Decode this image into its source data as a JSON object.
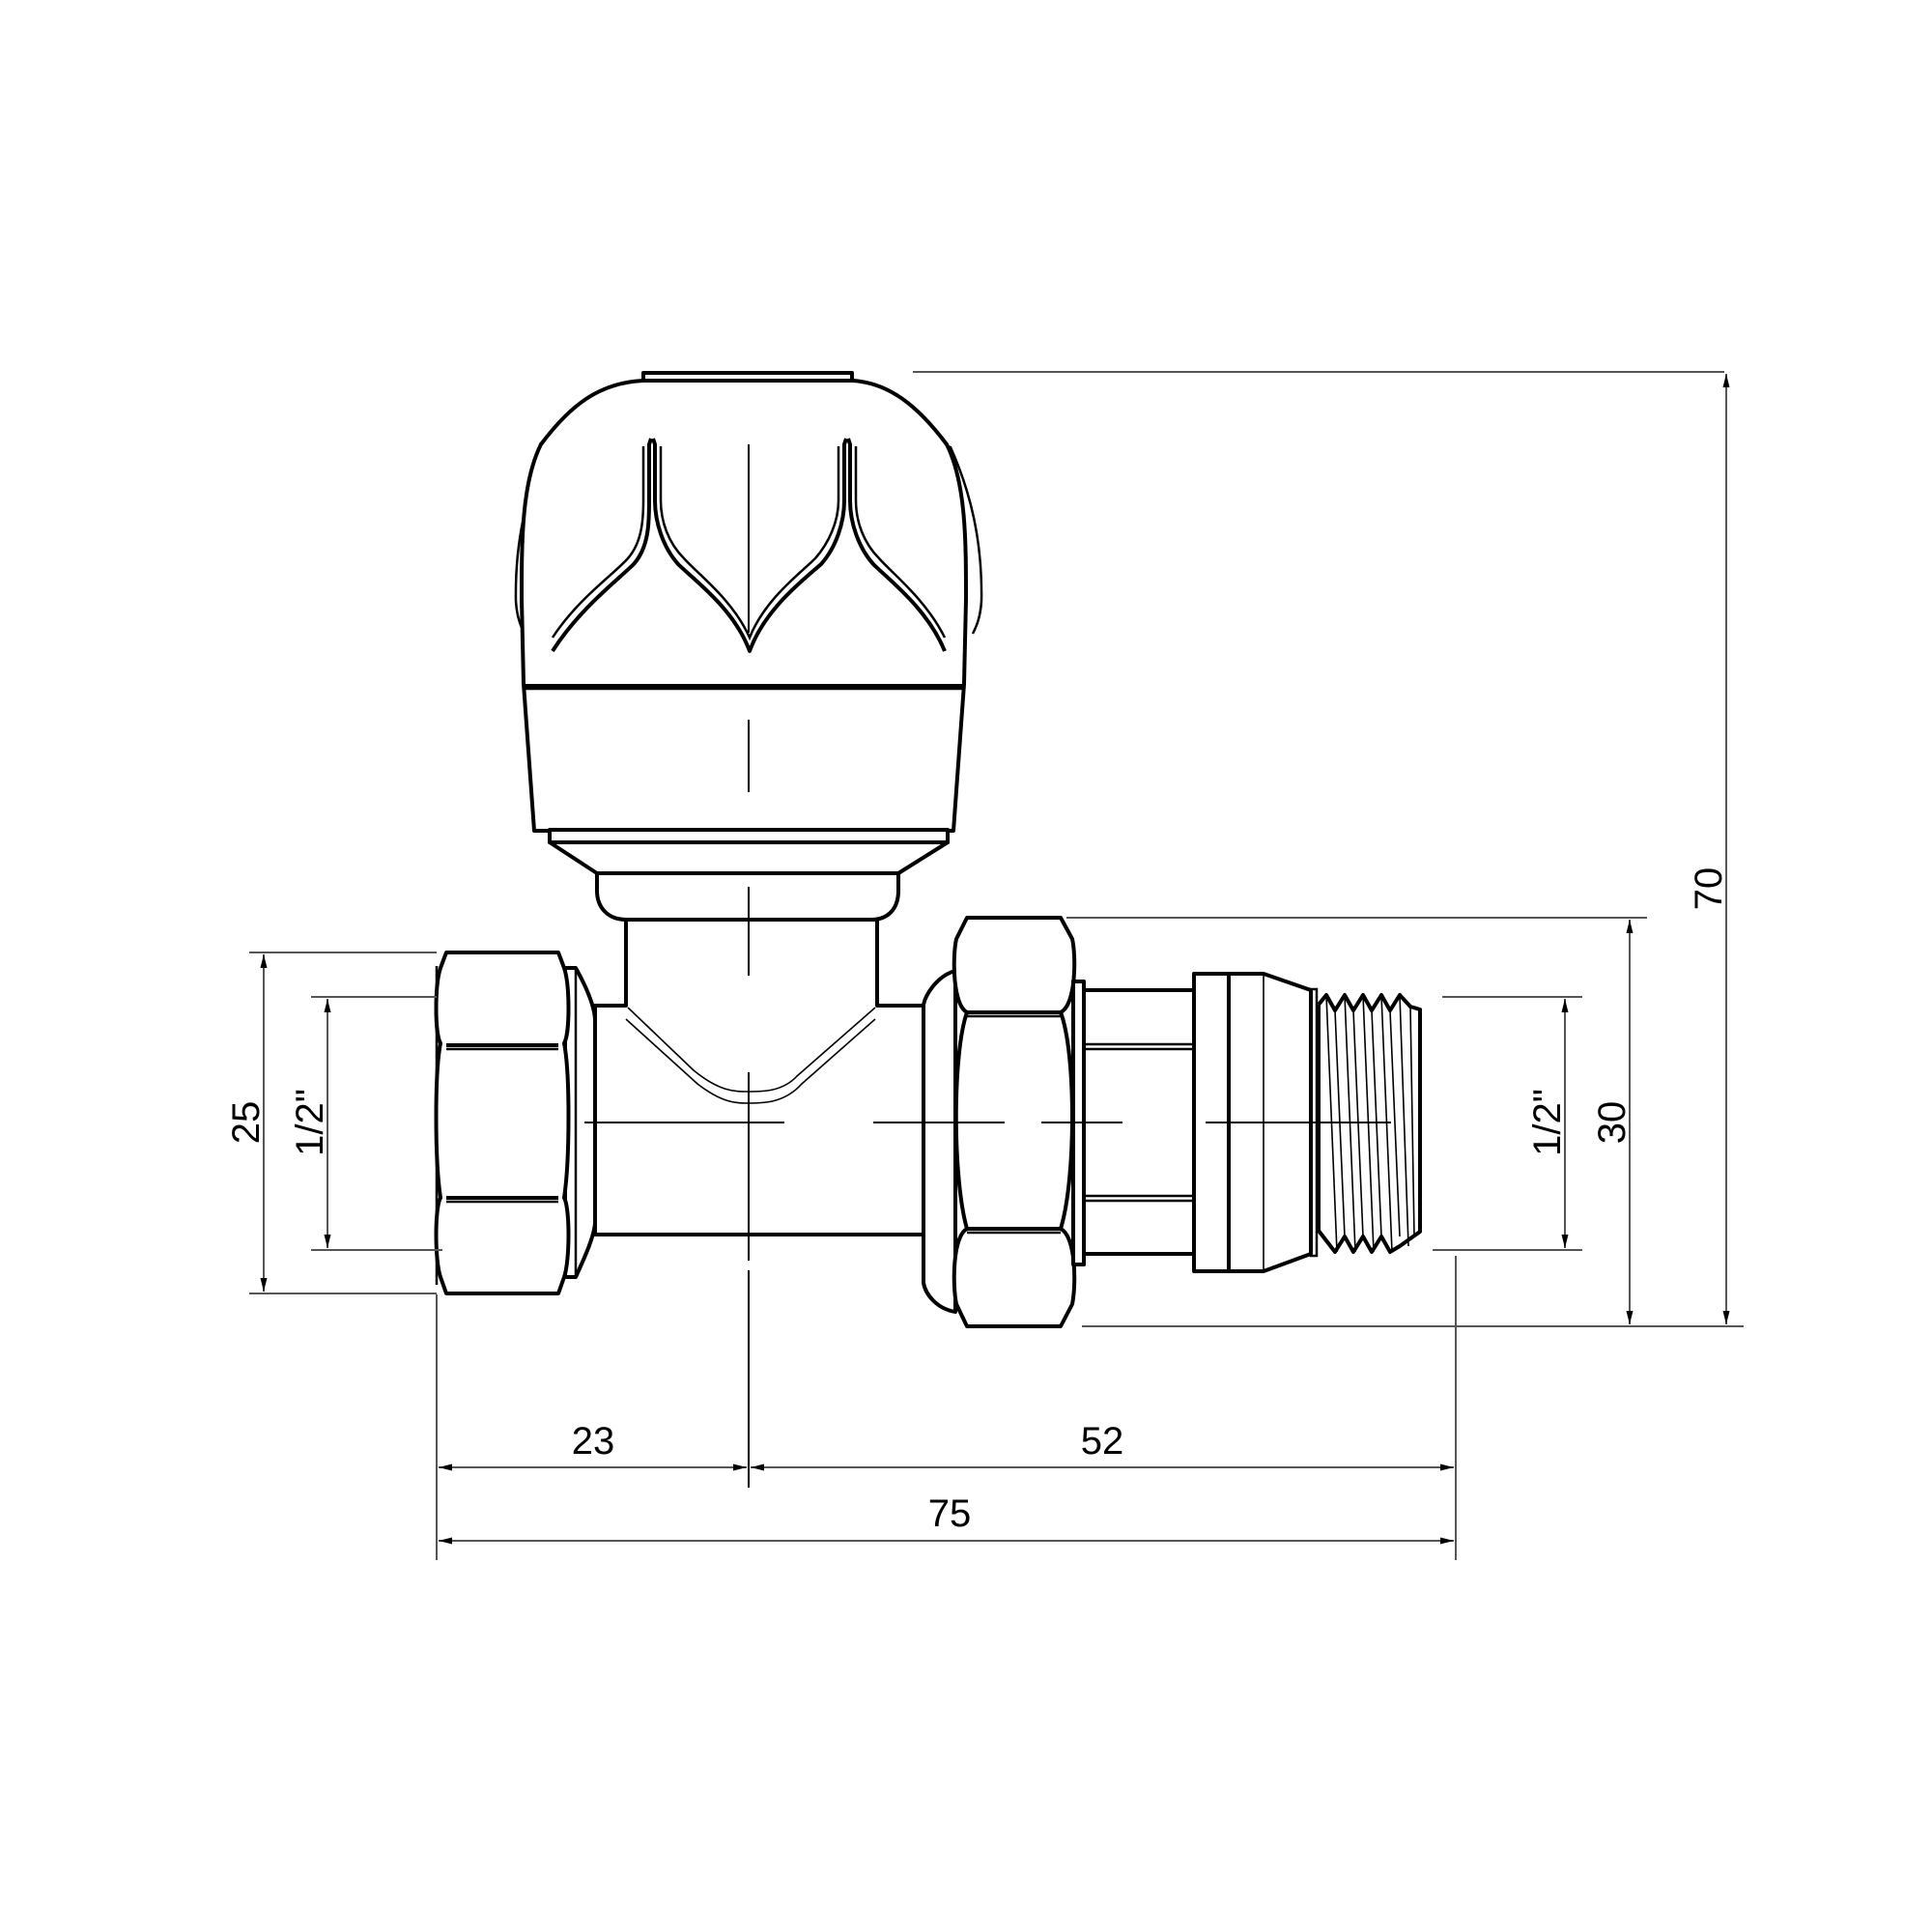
{
  "drawing": {
    "title": "Radiator valve, straight (technical drawing)",
    "units": "mm",
    "line_color": "#000000",
    "dimension_line_color": "#555555",
    "background": "#ffffff"
  },
  "dimensions": {
    "left_union_height": {
      "label": "25",
      "value": 25,
      "orientation": "vertical"
    },
    "left_thread": {
      "label": "1/2\"",
      "value": "1/2 inch",
      "orientation": "vertical"
    },
    "right_thread": {
      "label": "1/2\"",
      "value": "1/2 inch",
      "orientation": "vertical"
    },
    "right_union_height": {
      "label": "30",
      "value": 30,
      "orientation": "vertical"
    },
    "overall_height": {
      "label": "70",
      "value": 70,
      "orientation": "vertical"
    },
    "left_to_axis": {
      "label": "23",
      "value": 23,
      "orientation": "horizontal"
    },
    "axis_to_right": {
      "label": "52",
      "value": 52,
      "orientation": "horizontal"
    },
    "overall_length": {
      "label": "75",
      "value": 75,
      "orientation": "horizontal"
    }
  },
  "components": [
    {
      "id": "handwheel",
      "label": "Handwheel cap with leaf ribs"
    },
    {
      "id": "bonnet",
      "label": "Bonnet / gland nut"
    },
    {
      "id": "body",
      "label": "T-body"
    },
    {
      "id": "left-nut",
      "label": "Left hex union nut (1/2\" female)"
    },
    {
      "id": "right-nut",
      "label": "Right hex union nut"
    },
    {
      "id": "tailpiece",
      "label": "Tailpiece with 1/2\" male thread"
    }
  ]
}
